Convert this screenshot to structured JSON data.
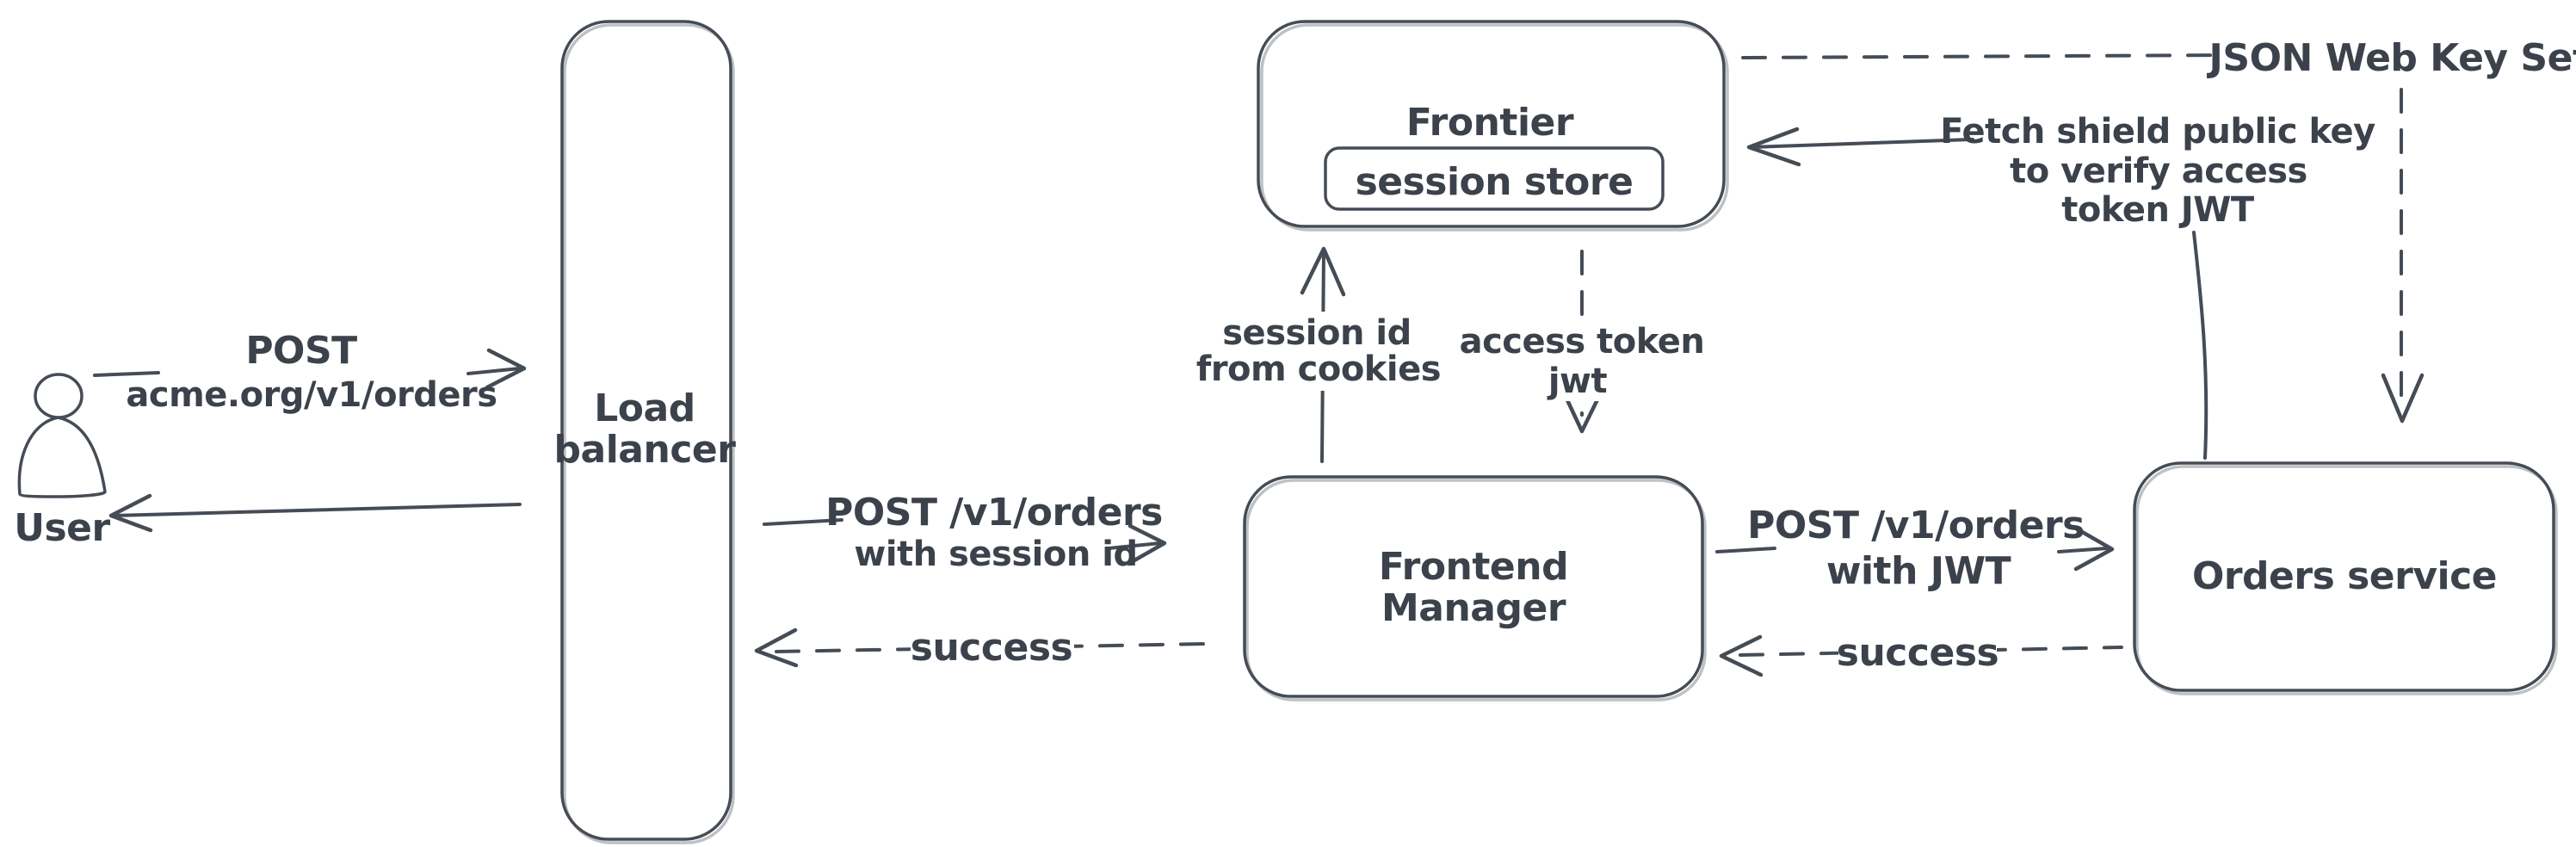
{
  "diagram": {
    "style": {
      "background": "#ffffff",
      "stroke_color": "#454c56",
      "text_color": "#3c424b",
      "hatch_color": "#c9d3dc"
    },
    "nodes": {
      "user": {
        "label": "User",
        "icon": "person-icon"
      },
      "load_balancer": {
        "label_line1": "Load",
        "label_line2": "balancer"
      },
      "frontier": {
        "label": "Frontier"
      },
      "session_store": {
        "label": "session store"
      },
      "frontend_manager": {
        "label_line1": "Frontend",
        "label_line2": "Manager"
      },
      "orders_service": {
        "label": "Orders service"
      }
    },
    "edges": {
      "user_request": {
        "label_line1": "POST",
        "label_line2": "acme.org/v1/orders",
        "style": "solid",
        "from": "User",
        "to": "Load balancer"
      },
      "lb_response": {
        "label": "",
        "style": "solid",
        "from": "Load balancer",
        "to": "User"
      },
      "lb_to_fm": {
        "label_line1": "POST /v1/orders",
        "label_line2": "with session id",
        "style": "solid",
        "from": "Load balancer",
        "to": "Frontend Manager"
      },
      "fm_to_lb_success": {
        "label": "success",
        "style": "dashed",
        "from": "Frontend Manager",
        "to": "Load balancer"
      },
      "fm_to_frontier": {
        "label_line1": "session id",
        "label_line2": "from cookies",
        "style": "solid",
        "from": "Frontend Manager",
        "to": "Frontier"
      },
      "frontier_to_fm": {
        "label_line1": "access token",
        "label_line2": "jwt",
        "style": "dashed",
        "from": "Frontier",
        "to": "Frontend Manager"
      },
      "fm_to_orders": {
        "label_line1": "POST /v1/orders",
        "label_line2": "with JWT",
        "style": "solid",
        "from": "Frontend Manager",
        "to": "Orders service"
      },
      "orders_to_fm_success": {
        "label": "success",
        "style": "dashed",
        "from": "Orders service",
        "to": "Frontend Manager"
      },
      "orders_to_frontier_fetch": {
        "label_line1": "Fetch shield public key",
        "label_line2": "to verify access",
        "label_line3": "token JWT",
        "style": "solid",
        "from": "Orders service",
        "to": "Frontier"
      },
      "jwks": {
        "label": "JSON Web Key Set",
        "style": "dashed",
        "from": "Frontier",
        "to": "Orders service"
      }
    }
  }
}
